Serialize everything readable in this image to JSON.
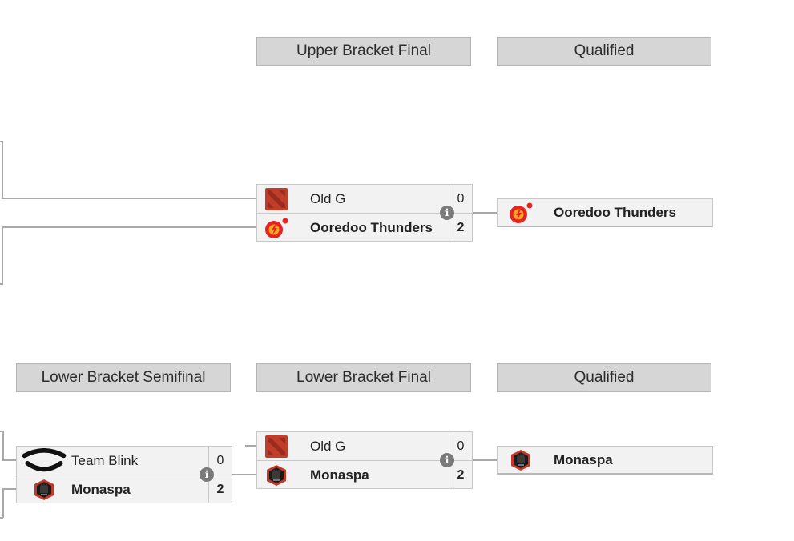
{
  "headers": {
    "upper_final": "Upper Bracket Final",
    "qualified_top": "Qualified",
    "lower_semifinal": "Lower Bracket Semifinal",
    "lower_final": "Lower Bracket Final",
    "qualified_bottom": "Qualified"
  },
  "upper_final_match": {
    "team1": {
      "name": "Old G",
      "score": "0",
      "logo": "dota2-icon"
    },
    "team2": {
      "name": "Ooredoo Thunders",
      "score": "2",
      "logo": "ooredoo-icon"
    }
  },
  "upper_qualified": {
    "name": "Ooredoo Thunders",
    "logo": "ooredoo-icon"
  },
  "lower_semifinal_match": {
    "team1": {
      "name": "Team Blink",
      "score": "0",
      "logo": "team-blink-icon"
    },
    "team2": {
      "name": "Monaspa",
      "score": "2",
      "logo": "monaspa-icon"
    }
  },
  "lower_final_match": {
    "team1": {
      "name": "Old G",
      "score": "0",
      "logo": "dota2-icon"
    },
    "team2": {
      "name": "Monaspa",
      "score": "2",
      "logo": "monaspa-icon"
    }
  },
  "lower_qualified": {
    "name": "Monaspa",
    "logo": "monaspa-icon"
  },
  "info_glyph": "i",
  "colors": {
    "header_bg": "#d6d6d6",
    "row_bg": "#f2f2f2",
    "line": "#a9a9a9",
    "dota_red": "#c23c2a",
    "ooredoo_red": "#e52421"
  }
}
